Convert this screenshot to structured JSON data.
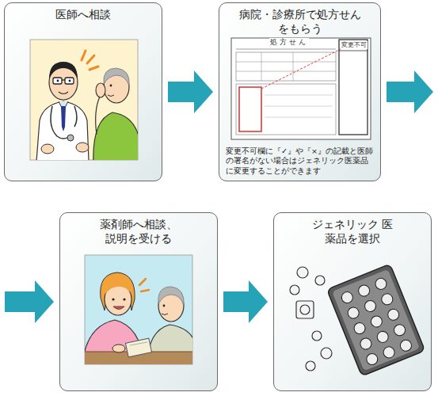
{
  "diagram": {
    "nodes": [
      {
        "text": [
          "医師へ相談"
        ]
      },
      {
        "text": [
          "病院・診療所で処方せん をもらう",
          "変更不可欄に『✓』や『×』の記載と医師の署名がない場合はジェネリック医薬品に変更することができます"
        ]
      },
      {
        "text": [
          "薬剤師へ相談、 説明を受ける"
        ]
      },
      {
        "text": [
          "ジェネリック 医薬品を選択"
        ]
      }
    ],
    "edges": [
      {
        "from": 0,
        "to": 1,
        "arrow": "to"
      },
      {
        "from": 1,
        "to": 2,
        "arrow": "to"
      },
      {
        "from": 2,
        "to": 3,
        "arrow": "to"
      }
    ],
    "labels": [
      "処方せん",
      "変更不可"
    ]
  }
}
